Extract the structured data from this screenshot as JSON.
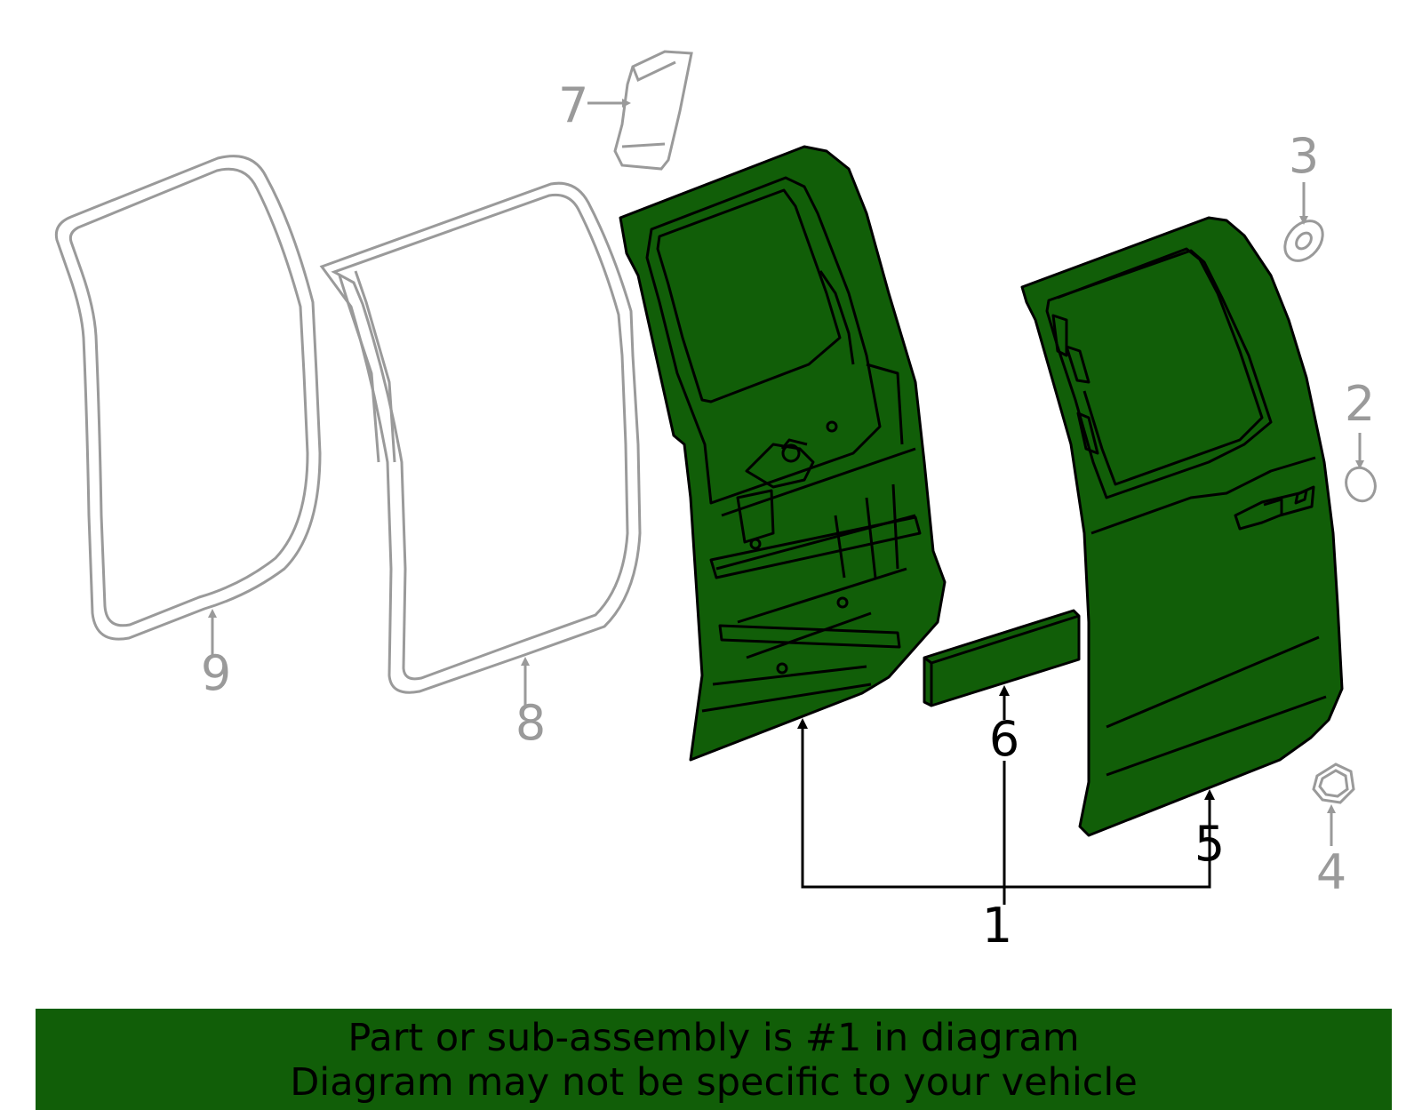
{
  "diagram": {
    "callouts": {
      "c1": "1",
      "c2": "2",
      "c3": "3",
      "c4": "4",
      "c5": "5",
      "c6": "6",
      "c7": "7",
      "c8": "8",
      "c9": "9"
    },
    "highlight_color": "#115e08",
    "muted_color": "#9a9a9a"
  },
  "footer": {
    "line1": "Part or sub-assembly is #1 in diagram",
    "line2": "Diagram may not be specific to your vehicle"
  }
}
